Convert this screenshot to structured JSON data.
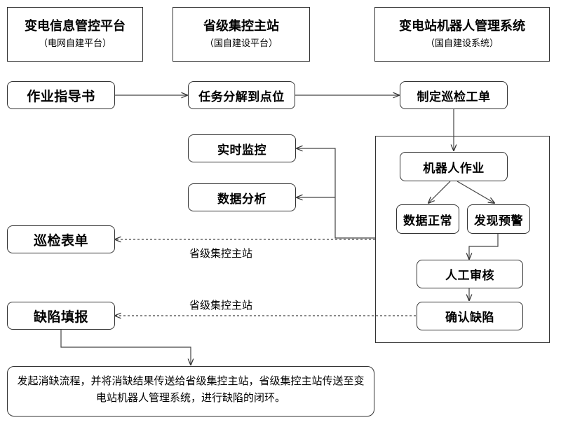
{
  "systems": [
    {
      "title": "变电信息管控平台",
      "subtitle": "（电网自建平台）"
    },
    {
      "title": "省级集控主站",
      "subtitle": "（国自建设平台）"
    },
    {
      "title": "变电站机器人管理系统",
      "subtitle": "（国自建设系统）"
    }
  ],
  "nodes": {
    "work_guide": "作业指导书",
    "task_decompose": "任务分解到点位",
    "make_patrol_order": "制定巡检工单",
    "realtime_monitor": "实时监控",
    "data_analysis": "数据分析",
    "robot_work": "机器人作业",
    "data_normal": "数据正常",
    "alarm_found": "发现预警",
    "patrol_form": "巡检表单",
    "manual_review": "人工审核",
    "defect_report": "缺陷填报",
    "confirm_defect": "确认缺陷"
  },
  "edge_labels": {
    "to_patrol_form": "省级集控主站",
    "to_defect_report": "省级集控主站"
  },
  "note": "发起消缺流程，并将消缺结果传送给省级集控主站，省级集控主站传送至变电站机器人管理系统，进行缺陷的闭环。"
}
